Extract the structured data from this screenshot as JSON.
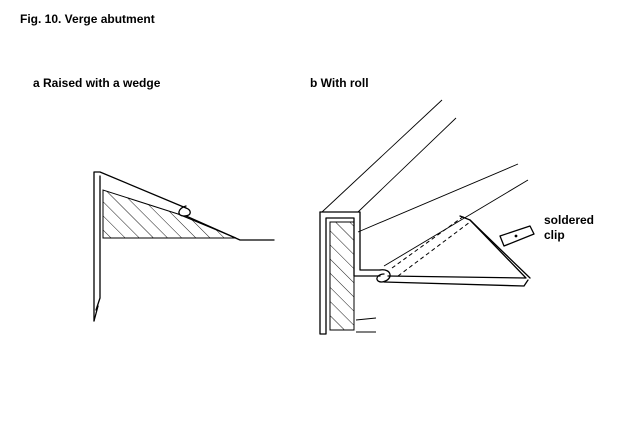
{
  "figure": {
    "title": "Fig. 10.  Verge abutment",
    "panel_a": {
      "caption": "a  Raised with a wedge"
    },
    "panel_b": {
      "caption": "b  With roll",
      "callout": {
        "line1": "soldered",
        "line2": "clip"
      }
    }
  }
}
